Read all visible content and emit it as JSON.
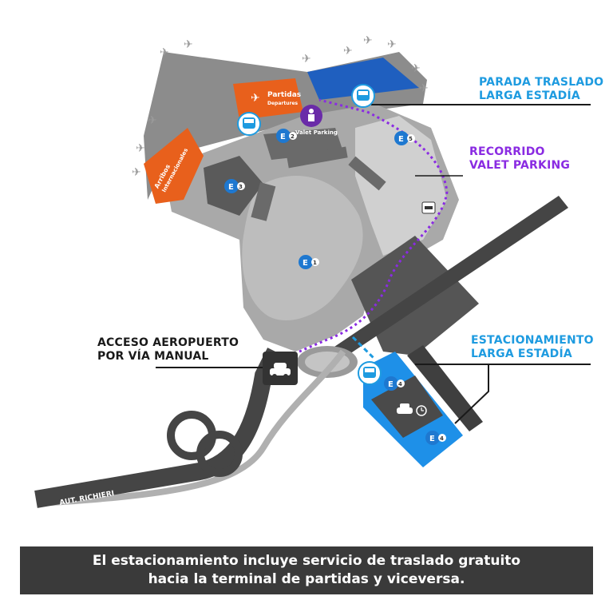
{
  "labels": {
    "parada": [
      "PARADA TRASLADO",
      "LARGA ESTADÍA"
    ],
    "recorrido": [
      "RECORRIDO",
      "VALET PARKING"
    ],
    "acceso": [
      "ACCESO AEROPUERTO",
      "POR VÍA MANUAL"
    ],
    "estacionamiento": [
      "ESTACIONAMIENTO",
      "LARGA ESTADÍA"
    ]
  },
  "terminal": {
    "partidas": "Partidas",
    "departures": "Departures",
    "arribos": "Arribos",
    "internacionales": "Internacionales",
    "valet": "Valet Parking"
  },
  "parking_areas": [
    {
      "letter": "E",
      "number": "1"
    },
    {
      "letter": "E",
      "number": "2"
    },
    {
      "letter": "E",
      "number": "3"
    },
    {
      "letter": "E",
      "number": "4"
    },
    {
      "letter": "E",
      "number": "4"
    },
    {
      "letter": "E",
      "number": "5"
    }
  ],
  "road": "AUT. RICHIERI",
  "footer": [
    "El estacionamiento incluye servicio de traslado gratuito",
    "hacia la terminal de partidas y viceversa."
  ],
  "colors": {
    "blue": "#1e9be0",
    "purple": "#8a2be2",
    "orange": "#e8601c",
    "terminal_blue": "#1f5fbf",
    "lot_blue": "#1e90e8",
    "gray_dark": "#505050",
    "gray_mid": "#8c8c8c",
    "gray_light": "#bdbdbd"
  },
  "icons": [
    "bus-icon",
    "car-icon",
    "clock-icon",
    "departures-icon",
    "valet-icon",
    "ticket-icon",
    "plane-icon"
  ]
}
